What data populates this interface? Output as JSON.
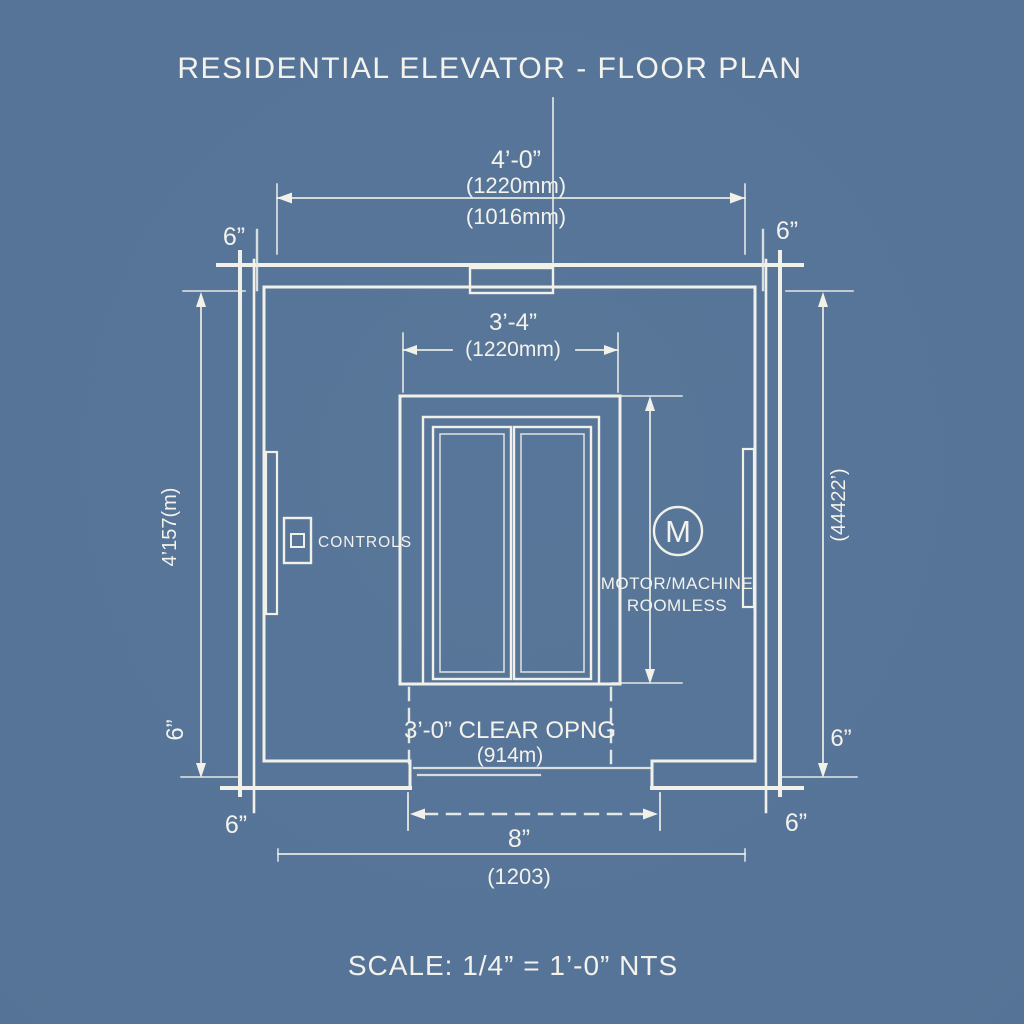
{
  "title": "RESIDENTIAL ELEVATOR - FLOOR PLAN",
  "scale_note": "SCALE: 1/4” = 1’-0” NTS",
  "colors": {
    "background": "#567497",
    "line": "#f1f1ea"
  },
  "dims": {
    "top": {
      "feet": "4’-0”",
      "mm": "(1220mm)",
      "alt_mm": "(1016mm)"
    },
    "cab": {
      "feet": "3’-4”",
      "mm": "(1220mm)"
    },
    "left_height": "4’157(m)",
    "right_height": "(44422’)",
    "clear_opening": {
      "label": "3’-0” CLEAR OPNG",
      "mm": "(914m)"
    },
    "bottom": {
      "inches": "8”",
      "mm": "(1203)"
    },
    "six": {
      "top_left": "6”",
      "top_right": "6”",
      "left_rotated": "6”",
      "bottom_left": "6”",
      "right_upper": "6”",
      "bottom_right": "6”"
    }
  },
  "labels": {
    "controls": "CONTROLS",
    "motor_symbol": "M",
    "motor_line1": "MOTOR/MACHINE",
    "motor_line2": "ROOMLESS"
  }
}
